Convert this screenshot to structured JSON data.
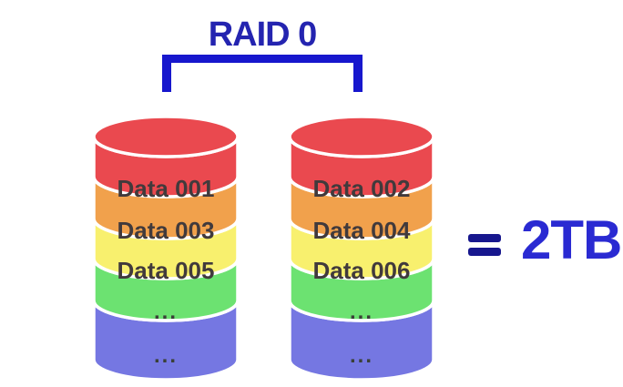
{
  "title": "RAID 0",
  "equation": {
    "equals_sign": "=",
    "capacity": "2TB"
  },
  "colors": {
    "title_blue": "#2424b0",
    "bracket_blue": "#1717cd",
    "equals_navy": "#17178e",
    "capacity_blue": "#2a2ad2",
    "segment_label_dark": "#413a3c"
  },
  "disks": [
    {
      "name": "disk-1",
      "segments": [
        {
          "label": "Data 001",
          "color": "#ea494f"
        },
        {
          "label": "Data 003",
          "color": "#f1a14c"
        },
        {
          "label": "Data 005",
          "color": "#f8f06e"
        },
        {
          "label": "...",
          "color": "#6ce271"
        },
        {
          "label": "...",
          "color": "#7577e2"
        }
      ]
    },
    {
      "name": "disk-2",
      "segments": [
        {
          "label": "Data 002",
          "color": "#ea494f"
        },
        {
          "label": "Data 004",
          "color": "#f1a14c"
        },
        {
          "label": "Data 006",
          "color": "#f8f06e"
        },
        {
          "label": "...",
          "color": "#6ce271"
        },
        {
          "label": "...",
          "color": "#7577e2"
        }
      ]
    }
  ]
}
